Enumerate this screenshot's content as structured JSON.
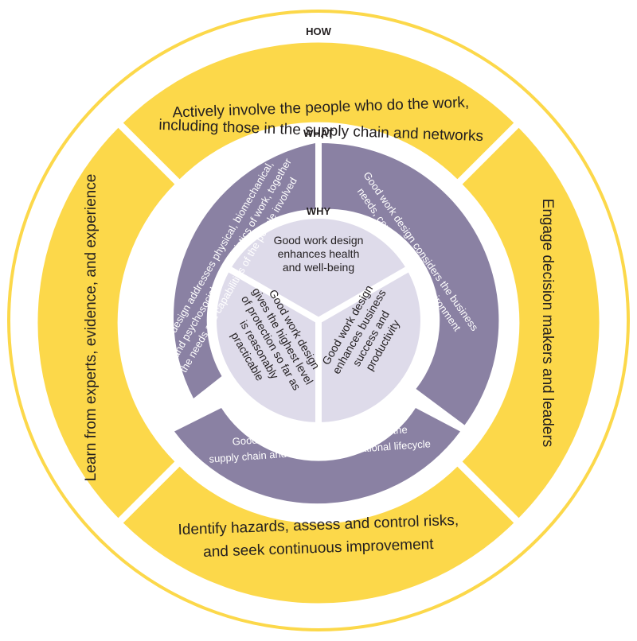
{
  "labels": {
    "how": "HOW",
    "what": "WHAT",
    "why": "WHY"
  },
  "how": {
    "top": [
      "Actively involve the people who do the work,",
      "including those in the supply chain and networks"
    ],
    "right": "Engage decision makers and leaders",
    "bottom": [
      "Identify hazards, assess and control risks,",
      "and seek continuous improvement"
    ],
    "left": "Learn from experts, evidence, and experience"
  },
  "what": {
    "upper_left": [
      "Good work design addresses physical, biomechanical,",
      "cognitive and psychosocial characteristics of work, together",
      "with the needs and capabilities of the people involved"
    ],
    "upper_right": [
      "Good work design considers the business",
      "needs, context and work environment"
    ],
    "bottom": [
      "Good work design is applied along the",
      "supply chain and across the operational lifecycle"
    ]
  },
  "why": {
    "top": [
      "Good work design",
      "enhances health",
      "and well-being"
    ],
    "left": [
      "Good work design",
      "gives the highest level",
      "of protection so far as",
      "is reasonably",
      "practicable"
    ],
    "right": [
      "Good work design",
      "enhances business",
      "success and",
      "productivity"
    ]
  },
  "colors": {
    "how": "#fcd84a",
    "what": "#8a81a3",
    "why": "#dedbea",
    "outline": "#fcd84a",
    "text_dark": "#231f20",
    "text_light": "#ffffff"
  }
}
